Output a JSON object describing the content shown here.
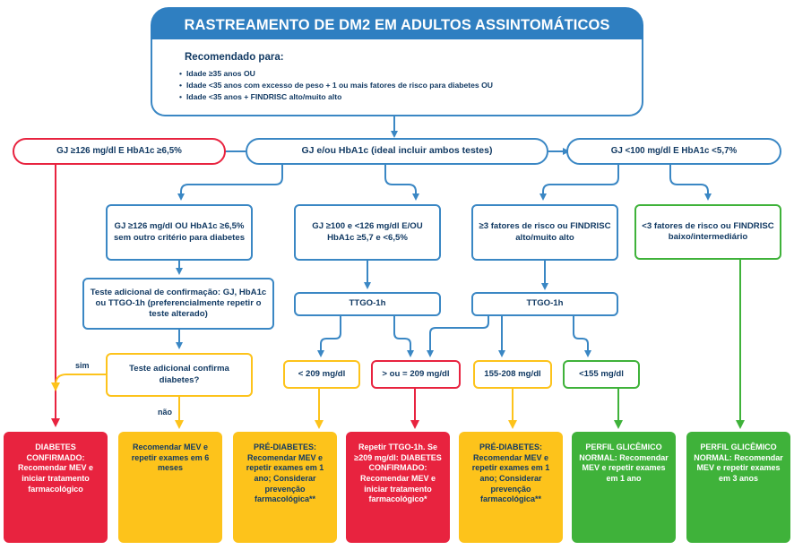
{
  "title": "RASTREAMENTO DE DM2 EM ADULTOS ASSINTOMÁTICOS",
  "recommended": {
    "label": "Recomendado para:",
    "items": [
      "Idade ≥35 anos OU",
      "Idade <35 anos com excesso de peso + 1 ou mais fatores de risco para diabetes OU",
      "Idade <35 anos + FINDRISC alto/muito alto"
    ]
  },
  "row1": {
    "left": "GJ ≥126 mg/dl E HbA1c ≥6,5%",
    "center": "GJ e/ou HbA1c (ideal incluir ambos testes)",
    "right": "GJ <100 mg/dl E HbA1c <5,7%"
  },
  "row2": {
    "b1": "GJ ≥126 mg/dl OU HbA1c ≥6,5% sem outro critério para diabetes",
    "b2": "GJ ≥100 e <126 mg/dl E/OU HbA1c ≥5,7 e <6,5%",
    "b3": "≥3 fatores de risco ou FINDRISC alto/muito alto",
    "b4": "<3 fatores de risco ou FINDRISC baixo/intermediário"
  },
  "confirm_test": "Teste adicional de confirmação: GJ, HbA1c ou TTGO-1h (preferencialmente repetir o teste alterado)",
  "confirm_question": "Teste adicional confirma diabetes?",
  "yes": "sim",
  "no": "não",
  "ttgo_left": "TTGO-1h",
  "ttgo_right": "TTGO-1h",
  "results": {
    "r1": "< 209 mg/dl",
    "r2": "> ou = 209 mg/dl",
    "r3": "155-208 mg/dl",
    "r4": "<155 mg/dl"
  },
  "finals": {
    "f1": "DIABETES CONFIRMADO: Recomendar MEV e iniciar tratamento farmacológico",
    "f2": "Recomendar MEV e repetir exames em 6 meses",
    "f3": "PRÉ-DIABETES: Recomendar MEV e repetir exames em 1 ano; Considerar prevenção farmacológica**",
    "f4": "Repetir TTGO-1h. Se ≥209 mg/dl: DIABETES CONFIRMADO: Recomendar MEV e iniciar tratamento farmacológico*",
    "f5": "PRÉ-DIABETES: Recomendar MEV e repetir exames em 1 ano; Considerar prevenção farmacológica**",
    "f6": "PERFIL GLICÊMICO NORMAL: Recomendar MEV e repetir exames em 1 ano",
    "f7": "PERFIL GLICÊMICO NORMAL: Recomendar MEV e repetir exames em 3 anos"
  },
  "colors": {
    "blue": "#3a87c4",
    "title_blue": "#2f7fc1",
    "navy_text": "#123a63",
    "red": "#e8233f",
    "yellow": "#fdc31b",
    "green": "#3fb23a"
  }
}
